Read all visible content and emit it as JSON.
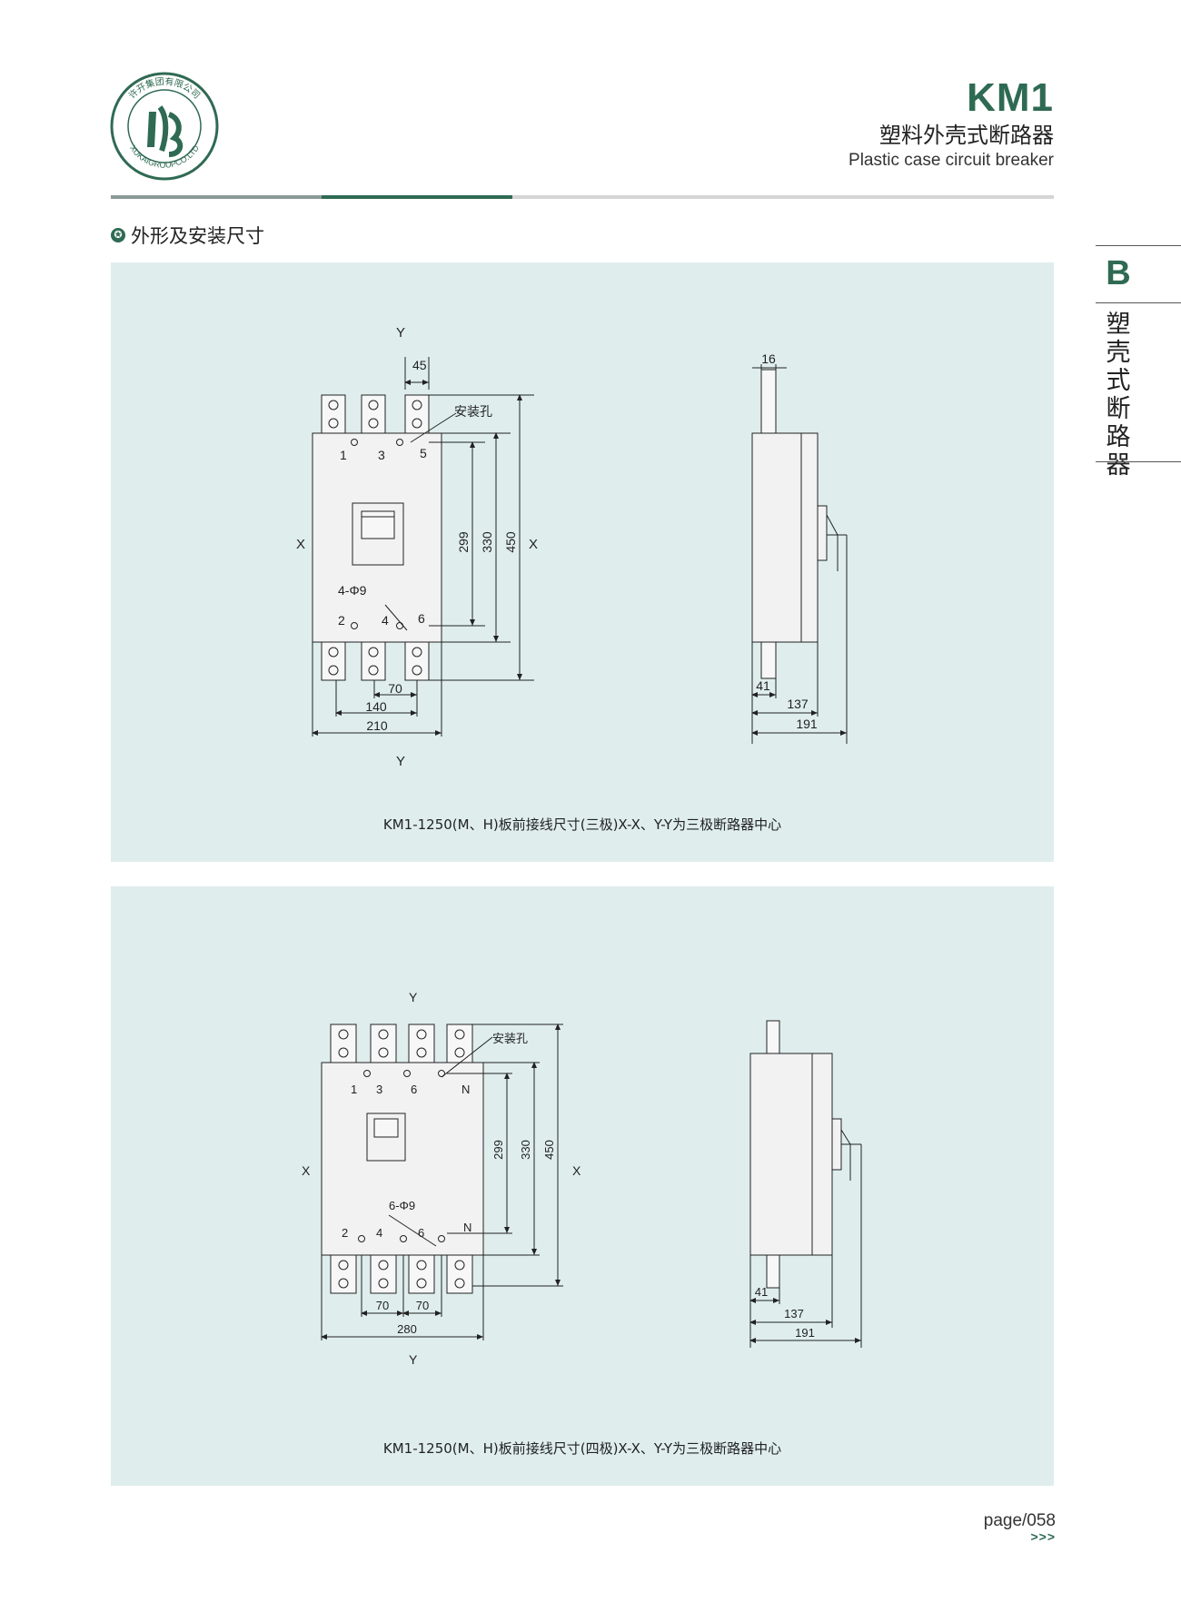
{
  "header": {
    "logo_ring_text": "许开集团有限公司 XUKAIGROUPCO.LTD",
    "model": "KM1",
    "title_cn": "塑料外壳式断路器",
    "title_en": "Plastic case circuit breaker"
  },
  "section": {
    "title": "外形及安装尺寸"
  },
  "side_tab": {
    "letter": "B",
    "label": "塑壳式断路器"
  },
  "colors": {
    "accent": "#2f6a53",
    "panel_bg": "#dfeeed",
    "rule_gray": "#d5d5d5"
  },
  "diagram1": {
    "axis_y": "Y",
    "axis_x": "X",
    "dim_top": "45",
    "mount_hole": "安装孔",
    "poles_top": [
      "1",
      "3",
      "5"
    ],
    "poles_bottom": [
      "2",
      "4",
      "6"
    ],
    "hole_spec": "4-Φ9",
    "dim_299": "299",
    "dim_330": "330",
    "dim_450": "450",
    "dim_70": "70",
    "dim_140": "140",
    "dim_210": "210",
    "side_dim_16": "16",
    "side_dim_41": "41",
    "side_dim_137": "137",
    "side_dim_191": "191",
    "caption": "KM1-1250(M、H)板前接线尺寸(三极)X-X、Y-Y为三极断路器中心"
  },
  "diagram2": {
    "axis_y": "Y",
    "axis_x": "X",
    "mount_hole": "安装孔",
    "poles_top": [
      "1",
      "3",
      "6",
      "N"
    ],
    "poles_bottom": [
      "2",
      "4",
      "6",
      "N"
    ],
    "hole_spec": "6-Φ9",
    "dim_299": "299",
    "dim_330": "330",
    "dim_450": "450",
    "dim_70a": "70",
    "dim_70b": "70",
    "dim_280": "280",
    "side_dim_41": "41",
    "side_dim_137": "137",
    "side_dim_191": "191",
    "caption": "KM1-1250(M、H)板前接线尺寸(四极)X-X、Y-Y为三极断路器中心"
  },
  "footer": {
    "page": "page/058",
    "arrows": ">>>"
  }
}
